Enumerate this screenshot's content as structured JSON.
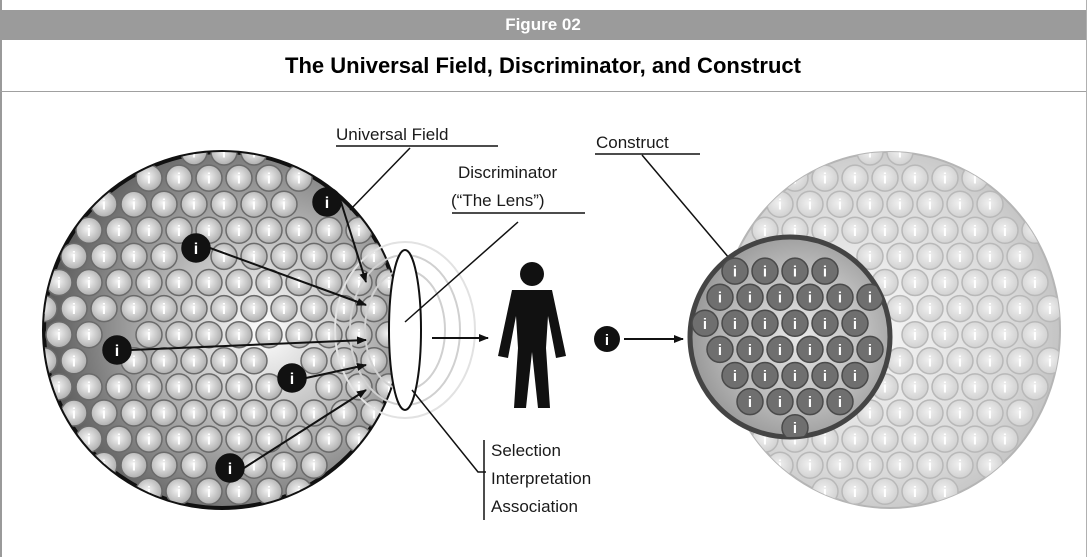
{
  "figure": {
    "number_label": "Figure 02",
    "title": "The Universal Field, Discriminator, and Construct"
  },
  "diagram": {
    "info_glyph": "i",
    "labels": {
      "universal_field": "Universal Field",
      "discriminator_line1": "Discriminator",
      "discriminator_line2": "(“The Lens”)",
      "construct": "Construct",
      "process_line1": "Selection",
      "process_line2": "Interpretation",
      "process_line3": "Association"
    },
    "icons": [
      "info-bubble-icon",
      "person-silhouette-icon",
      "arrow-icon",
      "lens-icon"
    ],
    "colors": {
      "field_dark": "#5a5a5a",
      "field_light": "#e6e6e6",
      "construct_fill": "#7a7a7a",
      "selected_bubble": "#111111",
      "bar": "#9b9b9b"
    }
  }
}
